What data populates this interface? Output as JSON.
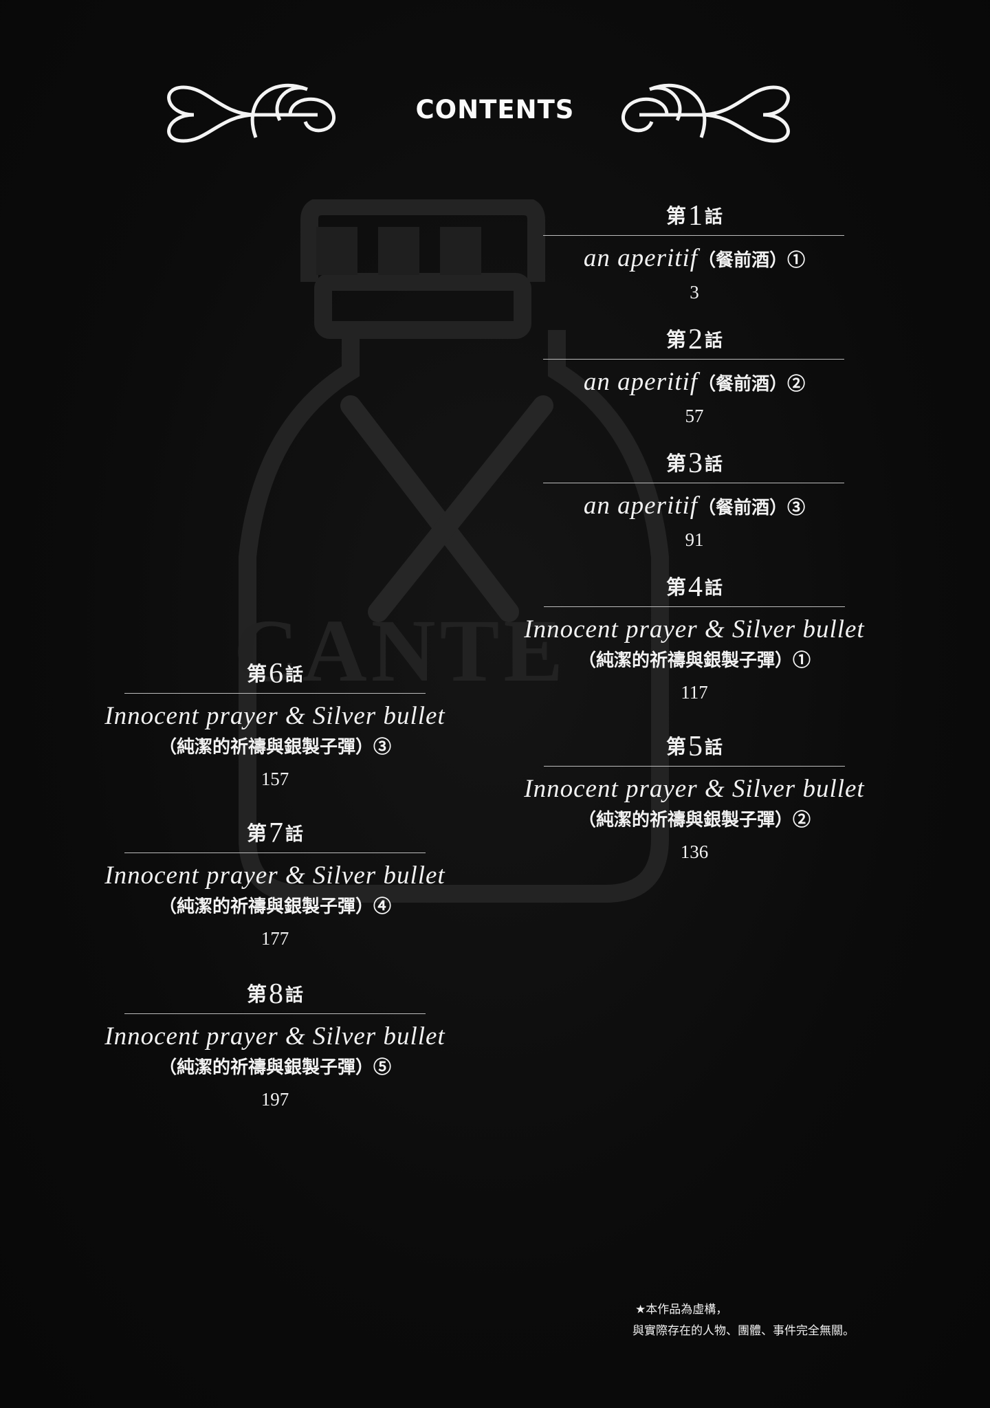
{
  "header": {
    "title": "CONTENTS"
  },
  "chapters": [
    {
      "prefix": "第",
      "num": "1",
      "suffix": "話",
      "title": "an aperitif",
      "subtitle": "（餐前酒）①",
      "page": "3"
    },
    {
      "prefix": "第",
      "num": "2",
      "suffix": "話",
      "title": "an aperitif",
      "subtitle": "（餐前酒）②",
      "page": "57"
    },
    {
      "prefix": "第",
      "num": "3",
      "suffix": "話",
      "title": "an aperitif",
      "subtitle": "（餐前酒）③",
      "page": "91"
    },
    {
      "prefix": "第",
      "num": "4",
      "suffix": "話",
      "title": "Innocent prayer & Silver bullet",
      "subtitle": "（純潔的祈禱與銀製子彈）①",
      "page": "117"
    },
    {
      "prefix": "第",
      "num": "5",
      "suffix": "話",
      "title": "Innocent prayer & Silver bullet",
      "subtitle": "（純潔的祈禱與銀製子彈）②",
      "page": "136"
    },
    {
      "prefix": "第",
      "num": "6",
      "suffix": "話",
      "title": "Innocent prayer & Silver bullet",
      "subtitle": "（純潔的祈禱與銀製子彈）③",
      "page": "157"
    },
    {
      "prefix": "第",
      "num": "7",
      "suffix": "話",
      "title": "Innocent prayer & Silver bullet",
      "subtitle": "（純潔的祈禱與銀製子彈）④",
      "page": "177"
    },
    {
      "prefix": "第",
      "num": "8",
      "suffix": "話",
      "title": "Innocent prayer & Silver bullet",
      "subtitle": "（純潔的祈禱與銀製子彈）⑤",
      "page": "197"
    }
  ],
  "disclaimer": {
    "line1": "★本作品為虛構，",
    "line2": "與實際存在的人物、團體、事件完全無關。"
  },
  "watermark": {
    "icon": "bottle-with-crossed-knives-icon",
    "text": "CANTE"
  },
  "colors": {
    "background": "#0c0c0c",
    "text": "#f2f2f2",
    "rule": "#bdbdbd",
    "watermark": "#262626"
  }
}
